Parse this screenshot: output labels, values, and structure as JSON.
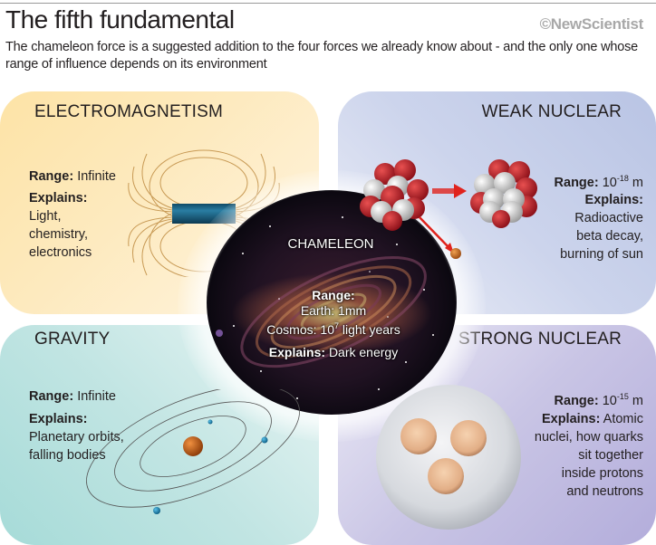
{
  "header": {
    "title": "The fifth fundamental",
    "brand": "©NewScientist",
    "subtitle": "The chameleon force is a suggested addition to the four forces we already know about - and the only one whose range of influence depends on its environment"
  },
  "panels": {
    "electromagnetism": {
      "title": "ELECTROMAGNETISM",
      "range_label": "Range:",
      "range_value": "Infinite",
      "explains_label": "Explains:",
      "explains_lines": [
        "Light,",
        "chemistry,",
        "electronics"
      ],
      "color": "#fde3a6"
    },
    "weak_nuclear": {
      "title": "WEAK NUCLEAR",
      "range_label": "Range:",
      "range_base": "10",
      "range_exp": "-18",
      "range_unit": "m",
      "explains_label": "Explains:",
      "explains_lines": [
        "Radioactive",
        "beta decay,",
        "burning of sun"
      ],
      "color": "#b9c4e4"
    },
    "gravity": {
      "title": "GRAVITY",
      "range_label": "Range:",
      "range_value": "Infinite",
      "explains_label": "Explains:",
      "explains_lines": [
        "Planetary orbits,",
        "falling bodies"
      ],
      "color": "#a6dbd8"
    },
    "strong_nuclear": {
      "title": "STRONG NUCLEAR",
      "range_label": "Range:",
      "range_base": "10",
      "range_exp": "-15",
      "range_unit": "m",
      "explains_label": "Explains:",
      "explains_first": "Atomic",
      "explains_lines": [
        "nuclei, how quarks",
        "sit together",
        "inside protons",
        "and neutrons"
      ],
      "color": "#b3addb"
    }
  },
  "chameleon": {
    "title": "CHAMELEON",
    "range_label": "Range:",
    "earth": "Earth: 1mm",
    "cosmos_prefix": "Cosmos: 10",
    "cosmos_exp": "7",
    "cosmos_suffix": " light years",
    "explains_label": "Explains:",
    "explains_value": "Dark energy"
  },
  "icons": {
    "magnet": "bar-magnet-icon",
    "nucleus_before": "nucleus-icon",
    "nucleus_after": "nucleus-icon",
    "decay_arrow": "arrow-right-icon",
    "emitted_particle": "particle-icon",
    "solar_system": "orbits-icon",
    "proton": "proton-quarks-icon",
    "galaxy": "galaxy-icon"
  },
  "colors": {
    "magnet": "#1f5f7e",
    "field_lines": "#c89a55",
    "nucleus_red": "#c0202a",
    "nucleus_white": "#e8e8e8",
    "arrow": "#e0231d",
    "sun": "#d4681c",
    "planet": "#1f8fbf",
    "quark": "#e8b88e"
  }
}
